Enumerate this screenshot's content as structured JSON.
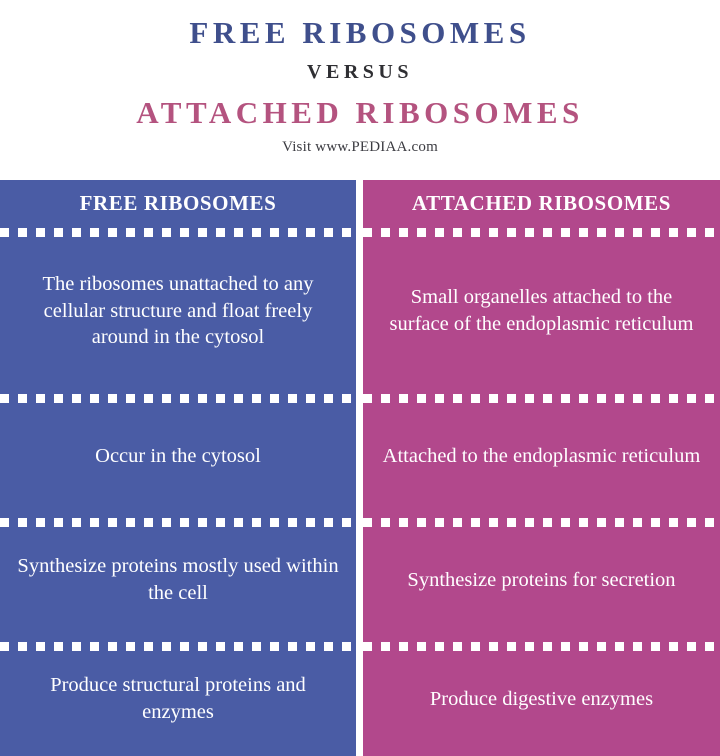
{
  "header": {
    "title_main": "FREE RIBOSOMES",
    "title_versus": "VERSUS",
    "title_alt": "ATTACHED RIBOSOMES",
    "subtitle": "Visit www.PEDIAA.com",
    "colors": {
      "title_main": "#3f4f8c",
      "title_versus": "#2f2f33",
      "title_alt": "#b4537f",
      "subtitle": "#3c3c42"
    }
  },
  "table": {
    "colors": {
      "left_column": "#4a5ca5",
      "right_column": "#b2488c",
      "text": "#ffffff",
      "divider": "#ffffff"
    },
    "columns": [
      {
        "header": "FREE RIBOSOMES",
        "cells": [
          "The ribosomes unattached to any cellular structure and float freely around in the cytosol",
          "Occur in the cytosol",
          "Synthesize proteins mostly used within the cell",
          "Produce structural proteins and enzymes"
        ]
      },
      {
        "header": "ATTACHED RIBOSOMES",
        "cells": [
          "Small organelles attached to the surface of the endoplasmic reticulum",
          "Attached to the endoplasmic reticulum",
          "Synthesize proteins for secretion",
          "Produce digestive enzymes"
        ]
      }
    ]
  }
}
